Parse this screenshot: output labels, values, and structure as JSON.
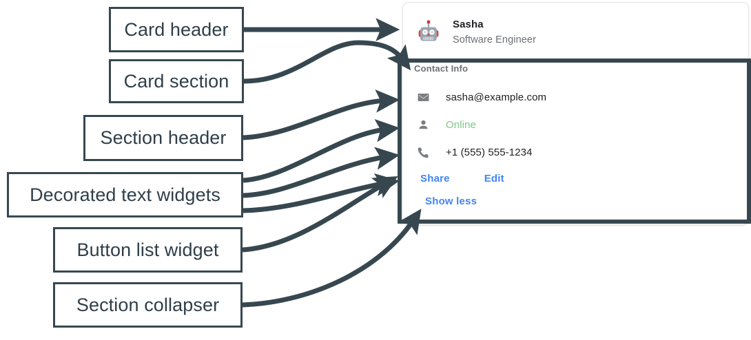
{
  "theme": {
    "annotation_color": "#37474f",
    "link_color": "#4285f4",
    "status_online_color": "#81c784",
    "muted_text_color": "#6b6f73",
    "primary_text_color": "#202124",
    "card_border_color": "#e4e6e8"
  },
  "callouts": [
    {
      "id": "card-header",
      "label": "Card header"
    },
    {
      "id": "card-section",
      "label": "Card section"
    },
    {
      "id": "section-header",
      "label": "Section header"
    },
    {
      "id": "decorated-text",
      "label": "Decorated text widgets"
    },
    {
      "id": "button-list",
      "label": "Button list widget"
    },
    {
      "id": "section-collapser",
      "label": "Section collapser"
    }
  ],
  "card": {
    "header": {
      "avatar_icon": "robot-icon",
      "avatar_glyph": "🤖",
      "title": "Sasha",
      "subtitle": "Software Engineer"
    },
    "section": {
      "header": "Contact Info",
      "widgets": [
        {
          "icon": "email-icon",
          "text": "sasha@example.com",
          "style": "default"
        },
        {
          "icon": "person-icon",
          "text": "Online",
          "style": "status-online"
        },
        {
          "icon": "phone-icon",
          "text": "+1 (555) 555-1234",
          "style": "default"
        }
      ],
      "buttons": [
        {
          "label": "Share"
        },
        {
          "label": "Edit"
        }
      ],
      "collapser": {
        "label": "Show less"
      }
    }
  }
}
